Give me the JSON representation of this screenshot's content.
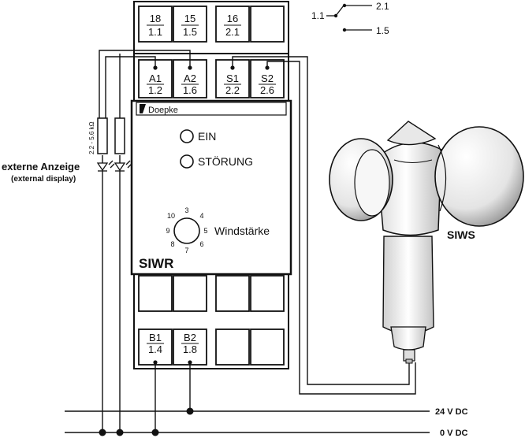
{
  "relay": {
    "brand": "Doepke",
    "model": "SIWR",
    "led_on_label": "EIN",
    "led_fault_label": "STÖRUNG",
    "dial_label": "Windstärke",
    "dial_numbers": [
      "3",
      "4",
      "5",
      "6",
      "7",
      "8",
      "9",
      "10"
    ]
  },
  "terminals": {
    "top_row1": [
      {
        "name": "18",
        "code": "1.1"
      },
      {
        "name": "15",
        "code": "1.5"
      },
      {
        "name": "16",
        "code": "2.1"
      },
      {
        "name": "",
        "code": ""
      }
    ],
    "top_row2": [
      {
        "name": "A1",
        "code": "1.2"
      },
      {
        "name": "A2",
        "code": "1.6"
      },
      {
        "name": "S1",
        "code": "2.2"
      },
      {
        "name": "S2",
        "code": "2.6"
      }
    ],
    "bottom_row2": [
      {
        "name": "B1",
        "code": "1.4"
      },
      {
        "name": "B2",
        "code": "1.8"
      }
    ]
  },
  "contact_legend": {
    "common": "1.1",
    "nc": "2.1",
    "no": "1.5"
  },
  "external_display": {
    "label_de": "externe Anzeige",
    "label_en": "(external display)",
    "resistor_value": "2.2 - 5.6 kΩ"
  },
  "sensor": {
    "label": "SIWS"
  },
  "supply": {
    "positive": "24 V DC",
    "negative": "0 V DC"
  }
}
